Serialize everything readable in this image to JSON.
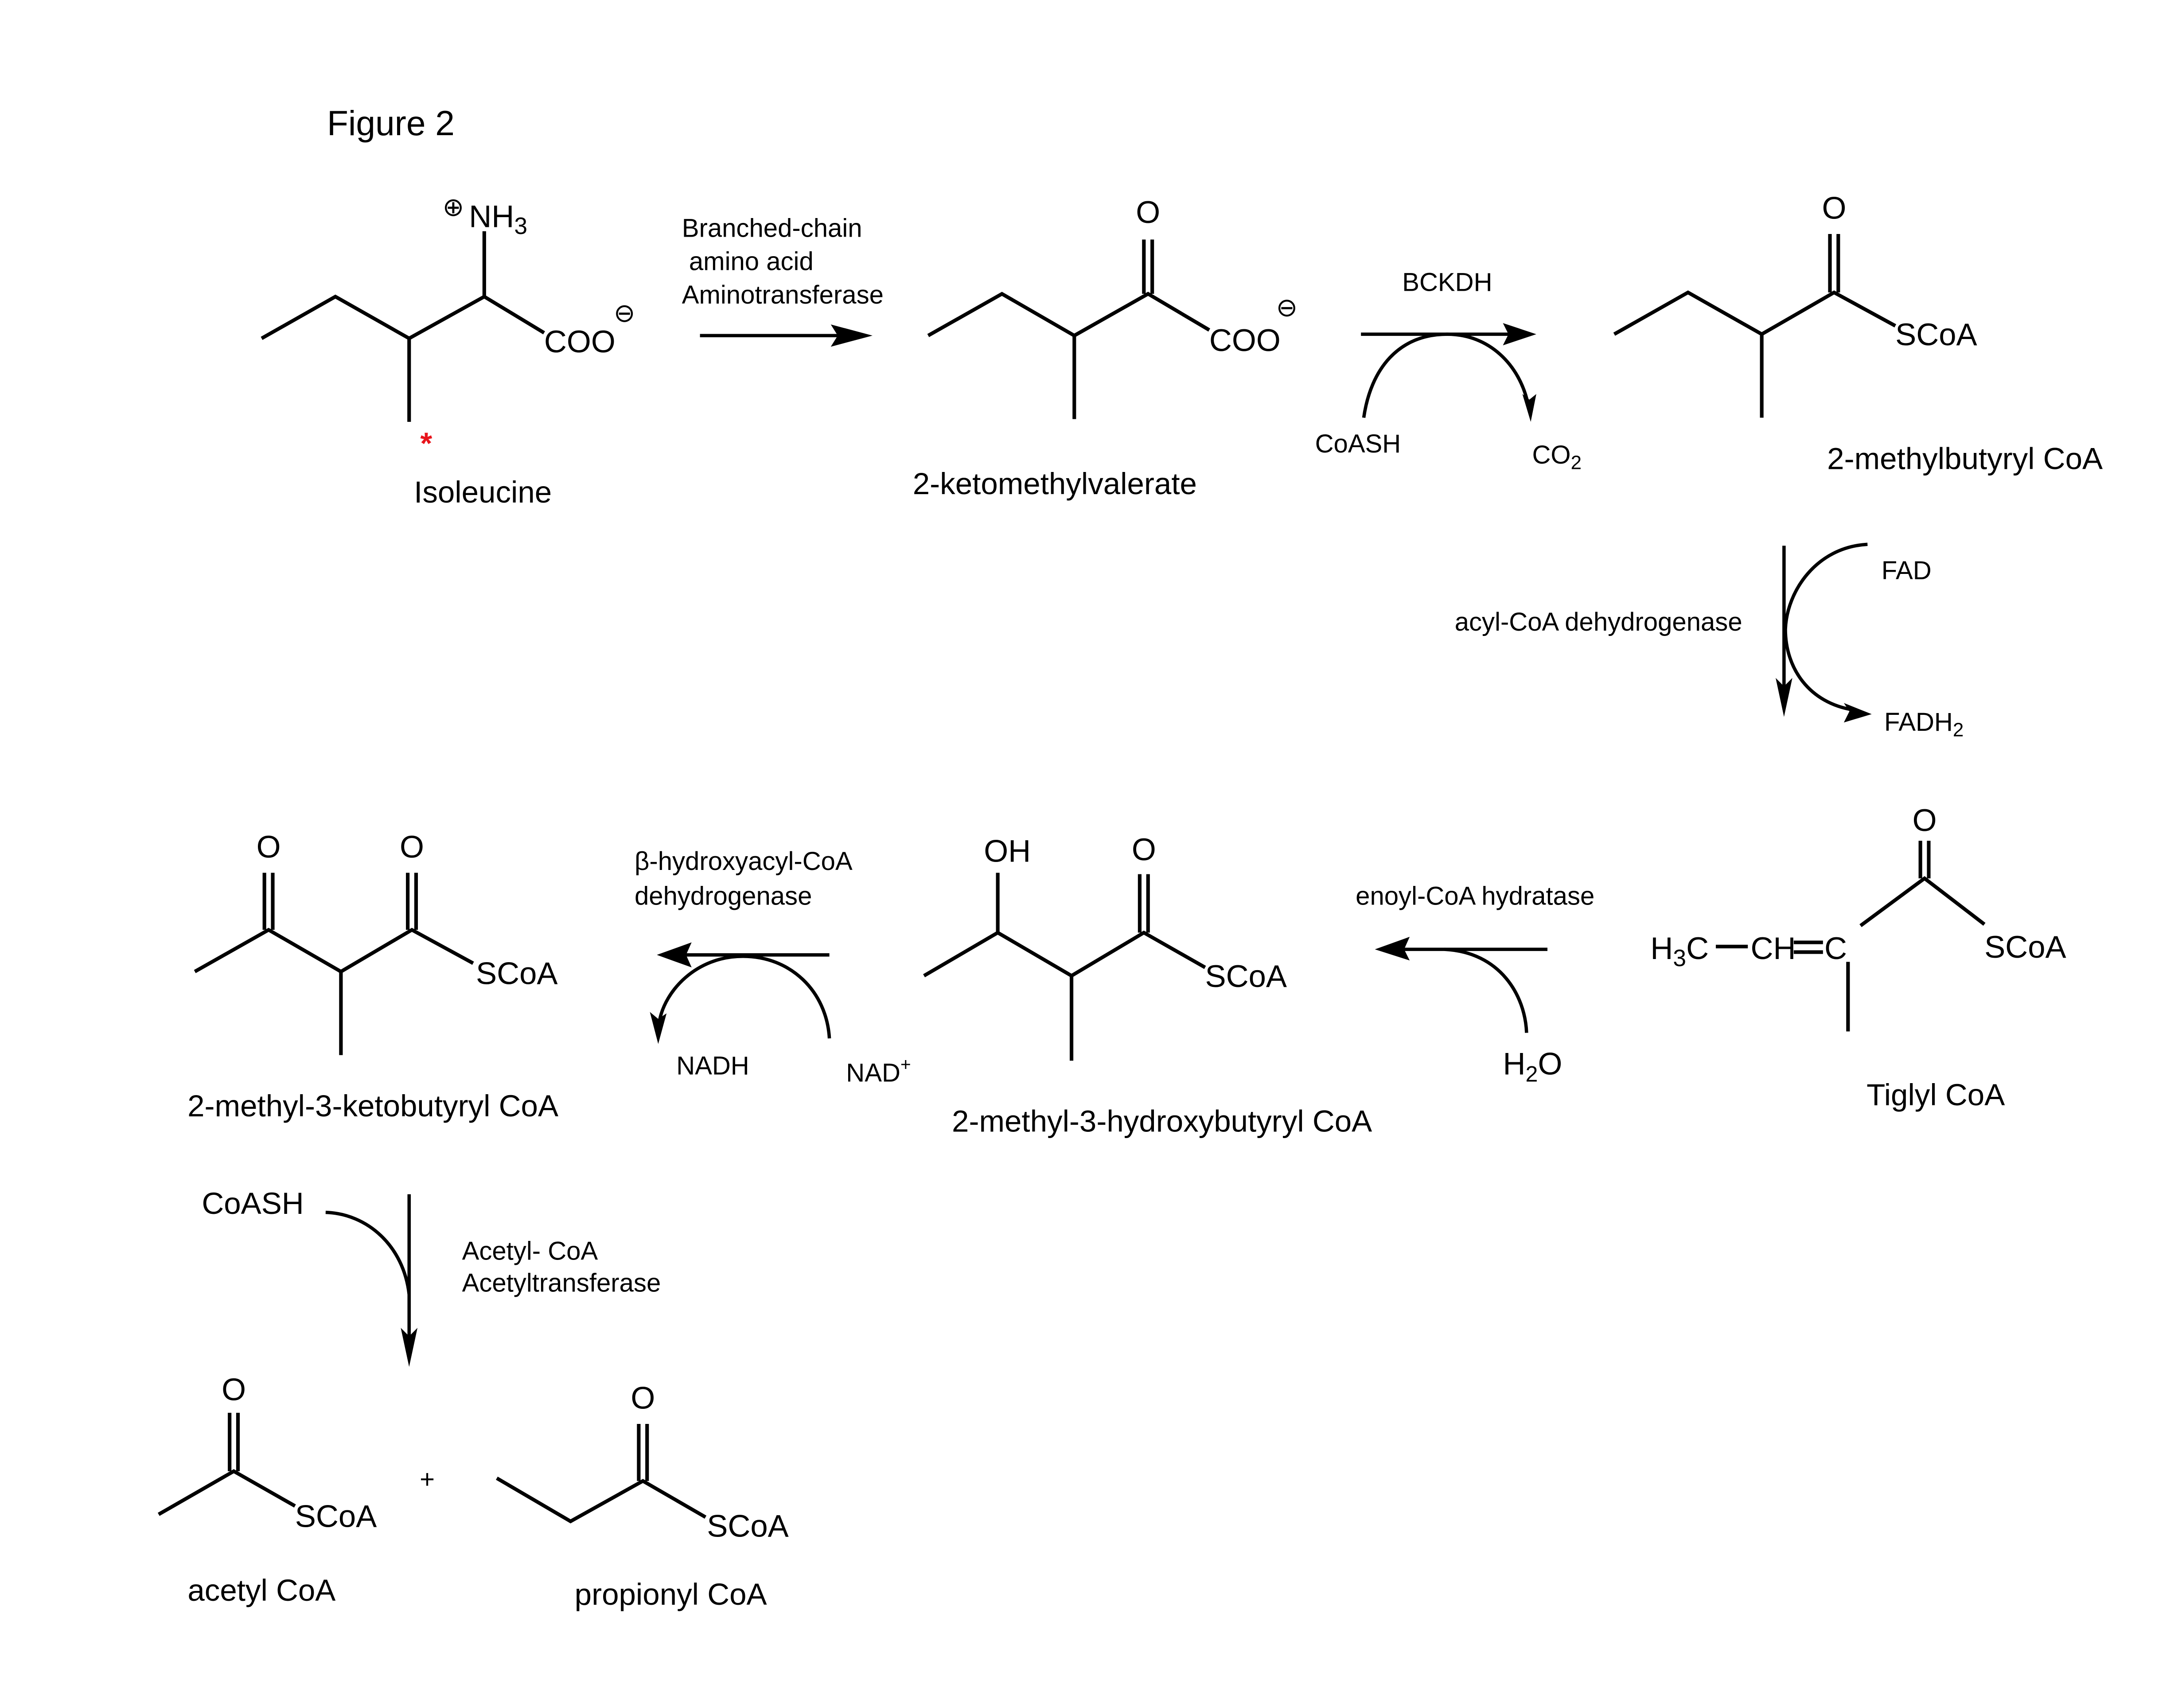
{
  "figure_title": "Figure 2",
  "colors": {
    "ink": "#000000",
    "asterisk": "#e8141b",
    "background": "#ffffff"
  },
  "compounds": {
    "isoleucine": {
      "name": "Isoleucine",
      "amine": "NH",
      "amine_sub": "3",
      "plus": "⊕",
      "carboxylate": "COO",
      "minus": "⊖",
      "asterisk": "*"
    },
    "ketomethylvalerate": {
      "name": "2-ketomethylvalerate",
      "oxygen": "O",
      "carboxylate": "COO",
      "minus": "⊖"
    },
    "methylbutyryl": {
      "name": "2-methylbutyryl CoA",
      "oxygen": "O",
      "thioester": "SCoA"
    },
    "tiglyl": {
      "name": "Tiglyl CoA",
      "oxygen": "O",
      "thioester": "SCoA",
      "h3c": "H",
      "h3c_sub": "3",
      "h3c_c": "C",
      "ch": "CH",
      "c": "C"
    },
    "hydroxybutyryl": {
      "name": "2-methyl-3-hydroxybutyryl CoA",
      "hydroxyl": "OH",
      "oxygen": "O",
      "thioester": "SCoA"
    },
    "ketobutyryl": {
      "name": "2-methyl-3-ketobutyryl CoA",
      "oxygen_1": "O",
      "oxygen_2": "O",
      "thioester": "SCoA"
    },
    "acetyl": {
      "name": "acetyl CoA",
      "oxygen": "O",
      "thioester": "SCoA"
    },
    "propionyl": {
      "name": "propionyl CoA",
      "oxygen": "O",
      "thioester": "SCoA"
    },
    "plus_sign": "+"
  },
  "reactions": {
    "transamination": {
      "enzyme_lines": [
        "Branched-chain",
        " amino acid",
        "Aminotransferase"
      ]
    },
    "decarboxylation": {
      "enzyme": "BCKDH",
      "cosubstrate": "CoASH",
      "byproduct": "CO",
      "byproduct_sub": "2"
    },
    "dehydrogenation": {
      "enzyme": "acyl-CoA dehydrogenase",
      "cofactor_in": "FAD",
      "cofactor_out": "FADH",
      "cofactor_out_sub": "2"
    },
    "hydration": {
      "enzyme": "enoyl-CoA hydratase",
      "cosubstrate": "H",
      "cosubstrate_sub": "2",
      "cosubstrate_end": "O"
    },
    "oxidation": {
      "enzyme_lines": [
        "β-hydroxyacyl-CoA",
        "dehydrogenase"
      ],
      "cofactor_in": "NAD",
      "cofactor_in_sup": "+",
      "cofactor_out": "NADH"
    },
    "thiolysis": {
      "enzyme_lines": [
        "Acetyl- CoA",
        "Acetyltransferase"
      ],
      "cosubstrate": "CoASH"
    }
  }
}
